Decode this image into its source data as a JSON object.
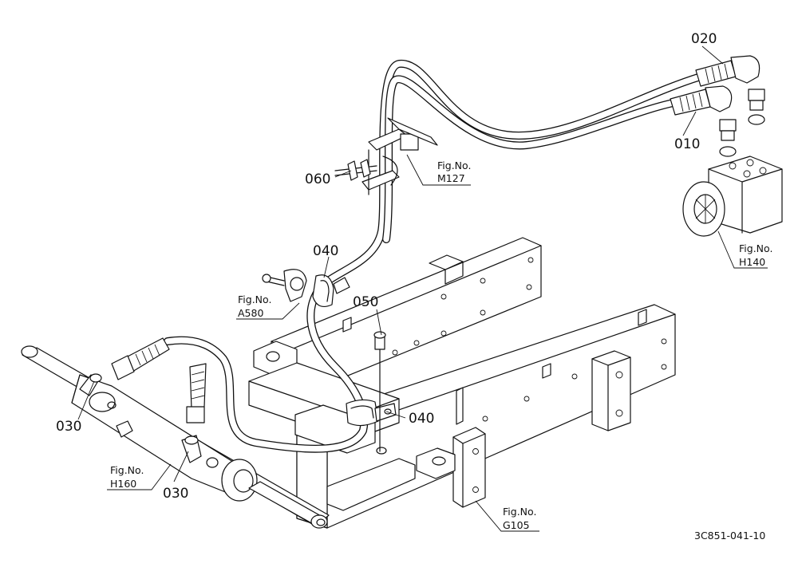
{
  "callouts": {
    "c020": "020",
    "c010": "010",
    "c060": "060",
    "c040_top": "040",
    "c040_bottom": "040",
    "c050": "050",
    "c030_left": "030",
    "c030_bottom": "030"
  },
  "figure_refs": {
    "m127": {
      "label": "Fig.No.",
      "number": "M127"
    },
    "h140": {
      "label": "Fig.No.",
      "number": "H140"
    },
    "a580": {
      "label": "Fig.No.",
      "number": "A580"
    },
    "h160": {
      "label": "Fig.No.",
      "number": "H160"
    },
    "g105": {
      "label": "Fig.No.",
      "number": "G105"
    }
  },
  "drawing_code": "3C851-041-10"
}
